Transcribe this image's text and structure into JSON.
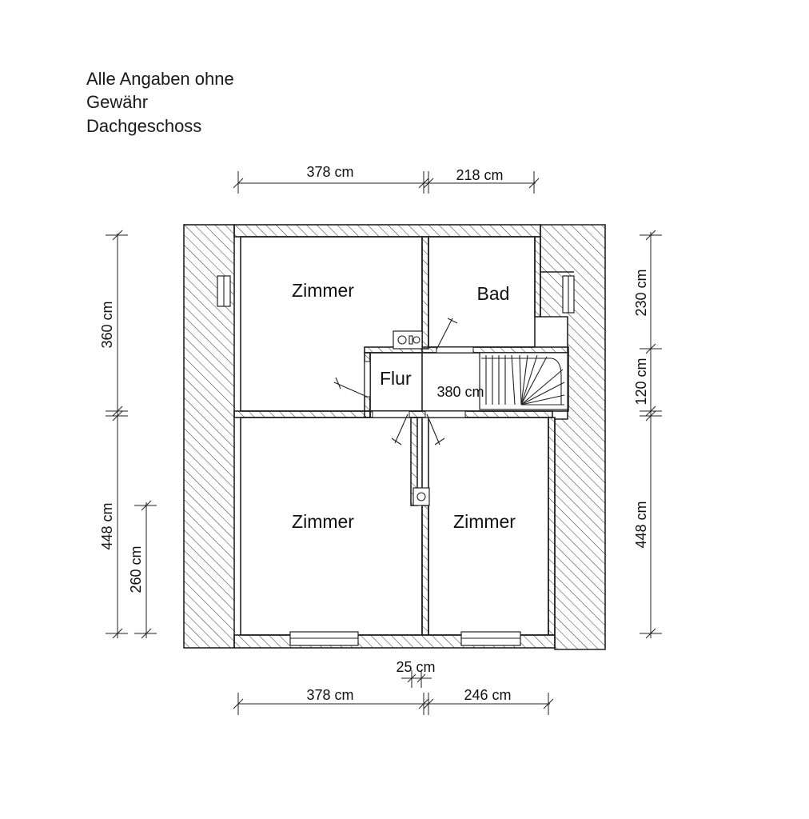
{
  "notes": {
    "line1": "Alle Angaben ohne",
    "line2": "Gewähr",
    "line3": "Dachgeschoss"
  },
  "rooms": {
    "zimmer_top_left": "Zimmer",
    "bad": "Bad",
    "flur": "Flur",
    "zimmer_bottom_left": "Zimmer",
    "zimmer_bottom_right": "Zimmer"
  },
  "dimensions": {
    "top_left": "378 cm",
    "top_right": "218 cm",
    "left_upper": "360 cm",
    "left_lower": "448 cm",
    "left_inner": "260 cm",
    "right_upper": "230 cm",
    "right_middle": "120 cm",
    "right_lower": "448 cm",
    "flur_length": "380 cm",
    "wall_thickness": "25 cm",
    "bottom_left": "378 cm",
    "bottom_right": "246 cm"
  }
}
